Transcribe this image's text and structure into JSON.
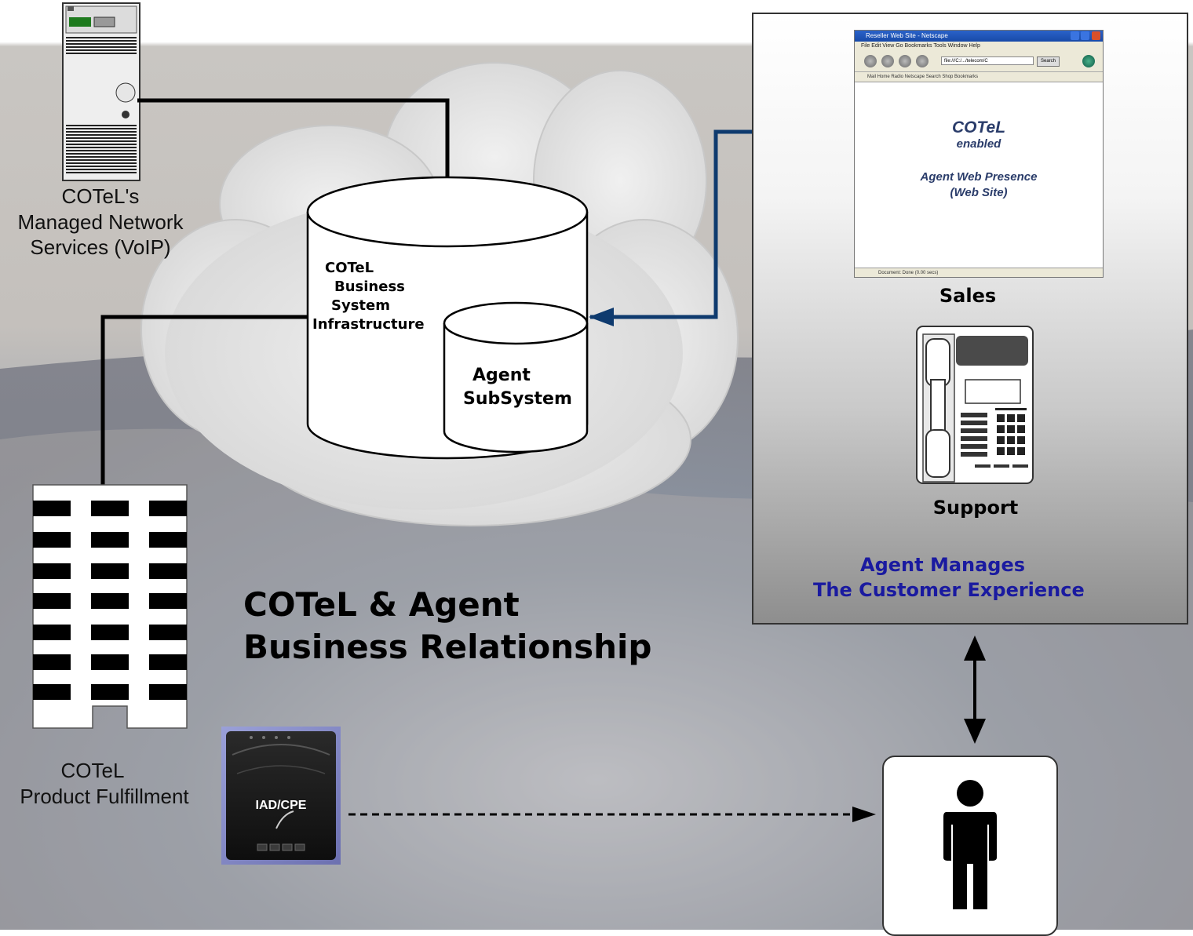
{
  "server": {
    "label_line1": "COTeL's",
    "label_line2": "Managed Network",
    "label_line3": "Services (VoIP)"
  },
  "database": {
    "label_line1": "COTeL",
    "label_line2": "Business",
    "label_line3": "System",
    "label_line4": "Infrastructure"
  },
  "subsystem": {
    "label_line1": "Agent",
    "label_line2": "SubSystem"
  },
  "fulfillment": {
    "label_line1": "COTeL",
    "label_line2": "Product Fulfillment"
  },
  "title": {
    "line1": "COTeL & Agent",
    "line2": "Business Relationship"
  },
  "browser": {
    "window_title": "Reseller Web Site - Netscape",
    "menu": "File  Edit  View  Go  Bookmarks  Tools  Window  Help",
    "url": "file:///C:/.../telecom/C",
    "search_button": "Search",
    "bookmarks_bar": "Mail  Home  Radio  Netscape  Search  Shop  Bookmarks",
    "status": "Document: Done (0.00 secs)",
    "heading": "COTeL",
    "subheading": "enabled",
    "line1": "Agent Web Presence",
    "line2": "(Web Site)"
  },
  "agent_panel": {
    "sales_label": "Sales",
    "support_label": "Support",
    "tagline_line1": "Agent Manages",
    "tagline_line2": "The Customer Experience",
    "tagline_color": "#1a1aa0"
  },
  "device": {
    "label": "IAD/CPE"
  },
  "colors": {
    "link_arrow": "#0e3a6e",
    "building": "#000000"
  }
}
